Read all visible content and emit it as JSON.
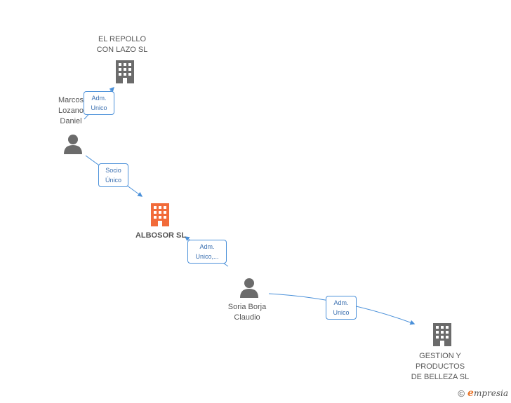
{
  "nodes": {
    "el_repollo": {
      "lines": [
        "EL REPOLLO",
        "CON LAZO SL"
      ]
    },
    "marcos": {
      "lines": [
        "Marcos",
        "Lozano",
        "Daniel"
      ]
    },
    "albosor": {
      "lines": [
        "ALBOSOR SL"
      ]
    },
    "soria": {
      "lines": [
        "Soria Borja",
        "Claudio"
      ]
    },
    "gestion": {
      "lines": [
        "GESTION Y",
        "PRODUCTOS",
        "DE BELLEZA SL"
      ]
    }
  },
  "edges": {
    "marcos_repollo": {
      "lines": [
        "Adm.",
        "Unico"
      ]
    },
    "marcos_albosor": {
      "lines": [
        "Socio",
        "Único"
      ]
    },
    "soria_albosor": {
      "lines": [
        "Adm.",
        "Unico,..."
      ]
    },
    "soria_gestion": {
      "lines": [
        "Adm.",
        "Unico"
      ]
    }
  },
  "colors": {
    "company": "#6b6b6b",
    "main_company": "#f26b3a",
    "person": "#6b6b6b",
    "edge": "#4a90d9"
  },
  "brand": {
    "copyright": "©",
    "e": "e",
    "rest": "mpresia"
  }
}
